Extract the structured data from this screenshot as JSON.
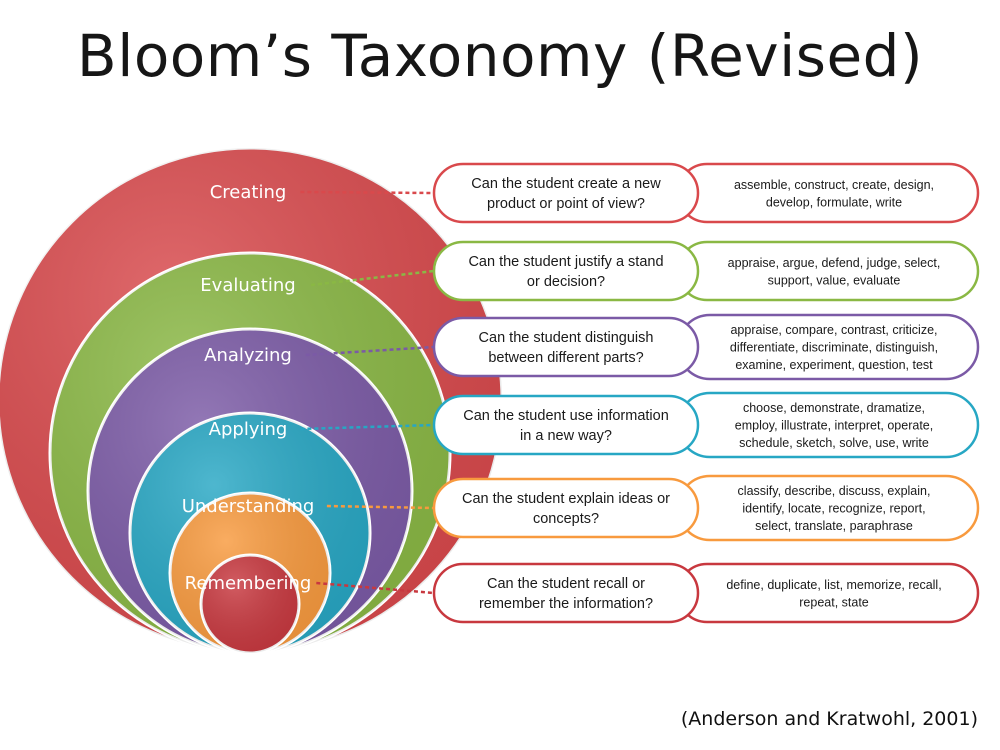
{
  "title": "Bloom’s Taxonomy (Revised)",
  "citation": "(Anderson and Kratwohl, 2001)",
  "levels": [
    {
      "label": "Creating",
      "color": "#d9494c",
      "question": [
        "Can the student create a new",
        "product or point of view?"
      ],
      "verbs": [
        "assemble, construct, create, design,",
        "develop, formulate, write"
      ]
    },
    {
      "label": "Evaluating",
      "color": "#8ab844",
      "question": [
        "Can the student justify a stand",
        "or decision?"
      ],
      "verbs": [
        "appraise, argue, defend, judge, select,",
        "support, value, evaluate"
      ]
    },
    {
      "label": "Analyzing",
      "color": "#7b5aa6",
      "question": [
        "Can the student distinguish",
        "between different parts?"
      ],
      "verbs": [
        "appraise, compare, contrast, criticize,",
        "differentiate, discriminate, distinguish,",
        "examine, experiment, question, test"
      ]
    },
    {
      "label": "Applying",
      "color": "#27a7c4",
      "question": [
        "Can the student use information",
        "in a new way?"
      ],
      "verbs": [
        "choose, demonstrate, dramatize,",
        "employ, illustrate, interpret, operate,",
        "schedule, sketch, solve, use, write"
      ]
    },
    {
      "label": "Understanding",
      "color": "#f89a3e",
      "question": [
        "Can the student explain ideas or",
        "concepts?"
      ],
      "verbs": [
        "classify, describe, discuss, explain,",
        "identify, locate, recognize, report,",
        "select, translate, paraphrase"
      ]
    },
    {
      "label": "Remembering",
      "color": "#c8383f",
      "question": [
        "Can the student recall or",
        "remember the information?"
      ],
      "verbs": [
        "define, duplicate, list, memorize, recall,",
        "repeat, state"
      ]
    }
  ]
}
